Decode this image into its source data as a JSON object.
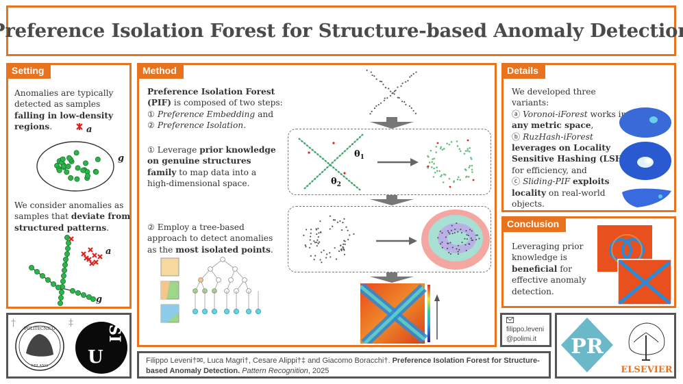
{
  "title": "Preference Isolation Forest for Structure-based Anomaly Detection",
  "setting": {
    "header": "Setting",
    "p1_a": "Anomalies are typically detected as samples ",
    "p1_b": "falling in low-density regions",
    "p1_c": ".",
    "p2_a": "We consider anomalies as samples that ",
    "p2_b": "deviate from structured patterns",
    "p2_c": ".",
    "label_a": "a",
    "label_g": "g"
  },
  "method": {
    "header": "Method",
    "intro_b": "Preference Isolation Forest (PIF)",
    "intro_c": " is composed of two steps:",
    "step1_num": "①",
    "step1": "Preference Embedding",
    "and": " and",
    "step2_num": "②",
    "step2": "Preference Isolation",
    "period": ".",
    "s1_a": "① Leverage ",
    "s1_b": "prior knowledge on genuine structures family",
    "s1_c": " to map data into a high-dimensional space.",
    "s2_a": "② Employ a tree-based approach to detect anomalies as the ",
    "s2_b": "most isolated points",
    "s2_c": ".",
    "theta1": "θ",
    "theta1_sub": "1",
    "theta2": "θ",
    "theta2_sub": "2"
  },
  "details": {
    "header": "Details",
    "intro": "We developed three variants:",
    "a_num": "ⓐ",
    "a_name": "Voronoi-iForest",
    "a_text": " works in ",
    "a_bold": "any metric space",
    "a_end": ",",
    "b_num": "ⓑ",
    "b_name": "RuzHash-iForest",
    "b_bold": "leverages on Locality Sensitive Hashing (LSH)",
    "b_end": " for efficiency, and",
    "c_num": "ⓒ",
    "c_name": "Sliding-PIF",
    "c_bold": "exploits locality",
    "c_end": " on real-world objects."
  },
  "conclusion": {
    "header": "Conclusion",
    "t1": "Leveraging prior knowledge is ",
    "t2": "beneficial",
    "t3": " for effective anomaly detection."
  },
  "footer": {
    "authors": "Filippo Leveni†✉, Luca Magri†, Cesare Alippi†‡ and Giacomo Boracchi†.",
    "paper_title": "Preference Isolation Forest for Structure-based Anomaly Detection.",
    "venue": "Pattern Recognition",
    "year": ", 2025"
  },
  "contact": {
    "line1": "filippo.leveni",
    "line2": "@polimi.it"
  },
  "logos": {
    "dagger": "†",
    "ddagger": "‡",
    "polimi_top": "POLITECNICO",
    "polimi_bottom": "MILANO",
    "usi_u": "U",
    "usi_si": "SI",
    "elsevier": "ELSEVIER"
  },
  "colors": {
    "accent": "#e8731e",
    "border_gray": "#555555",
    "genuine": "#2db34a",
    "anomaly": "#e02020"
  }
}
